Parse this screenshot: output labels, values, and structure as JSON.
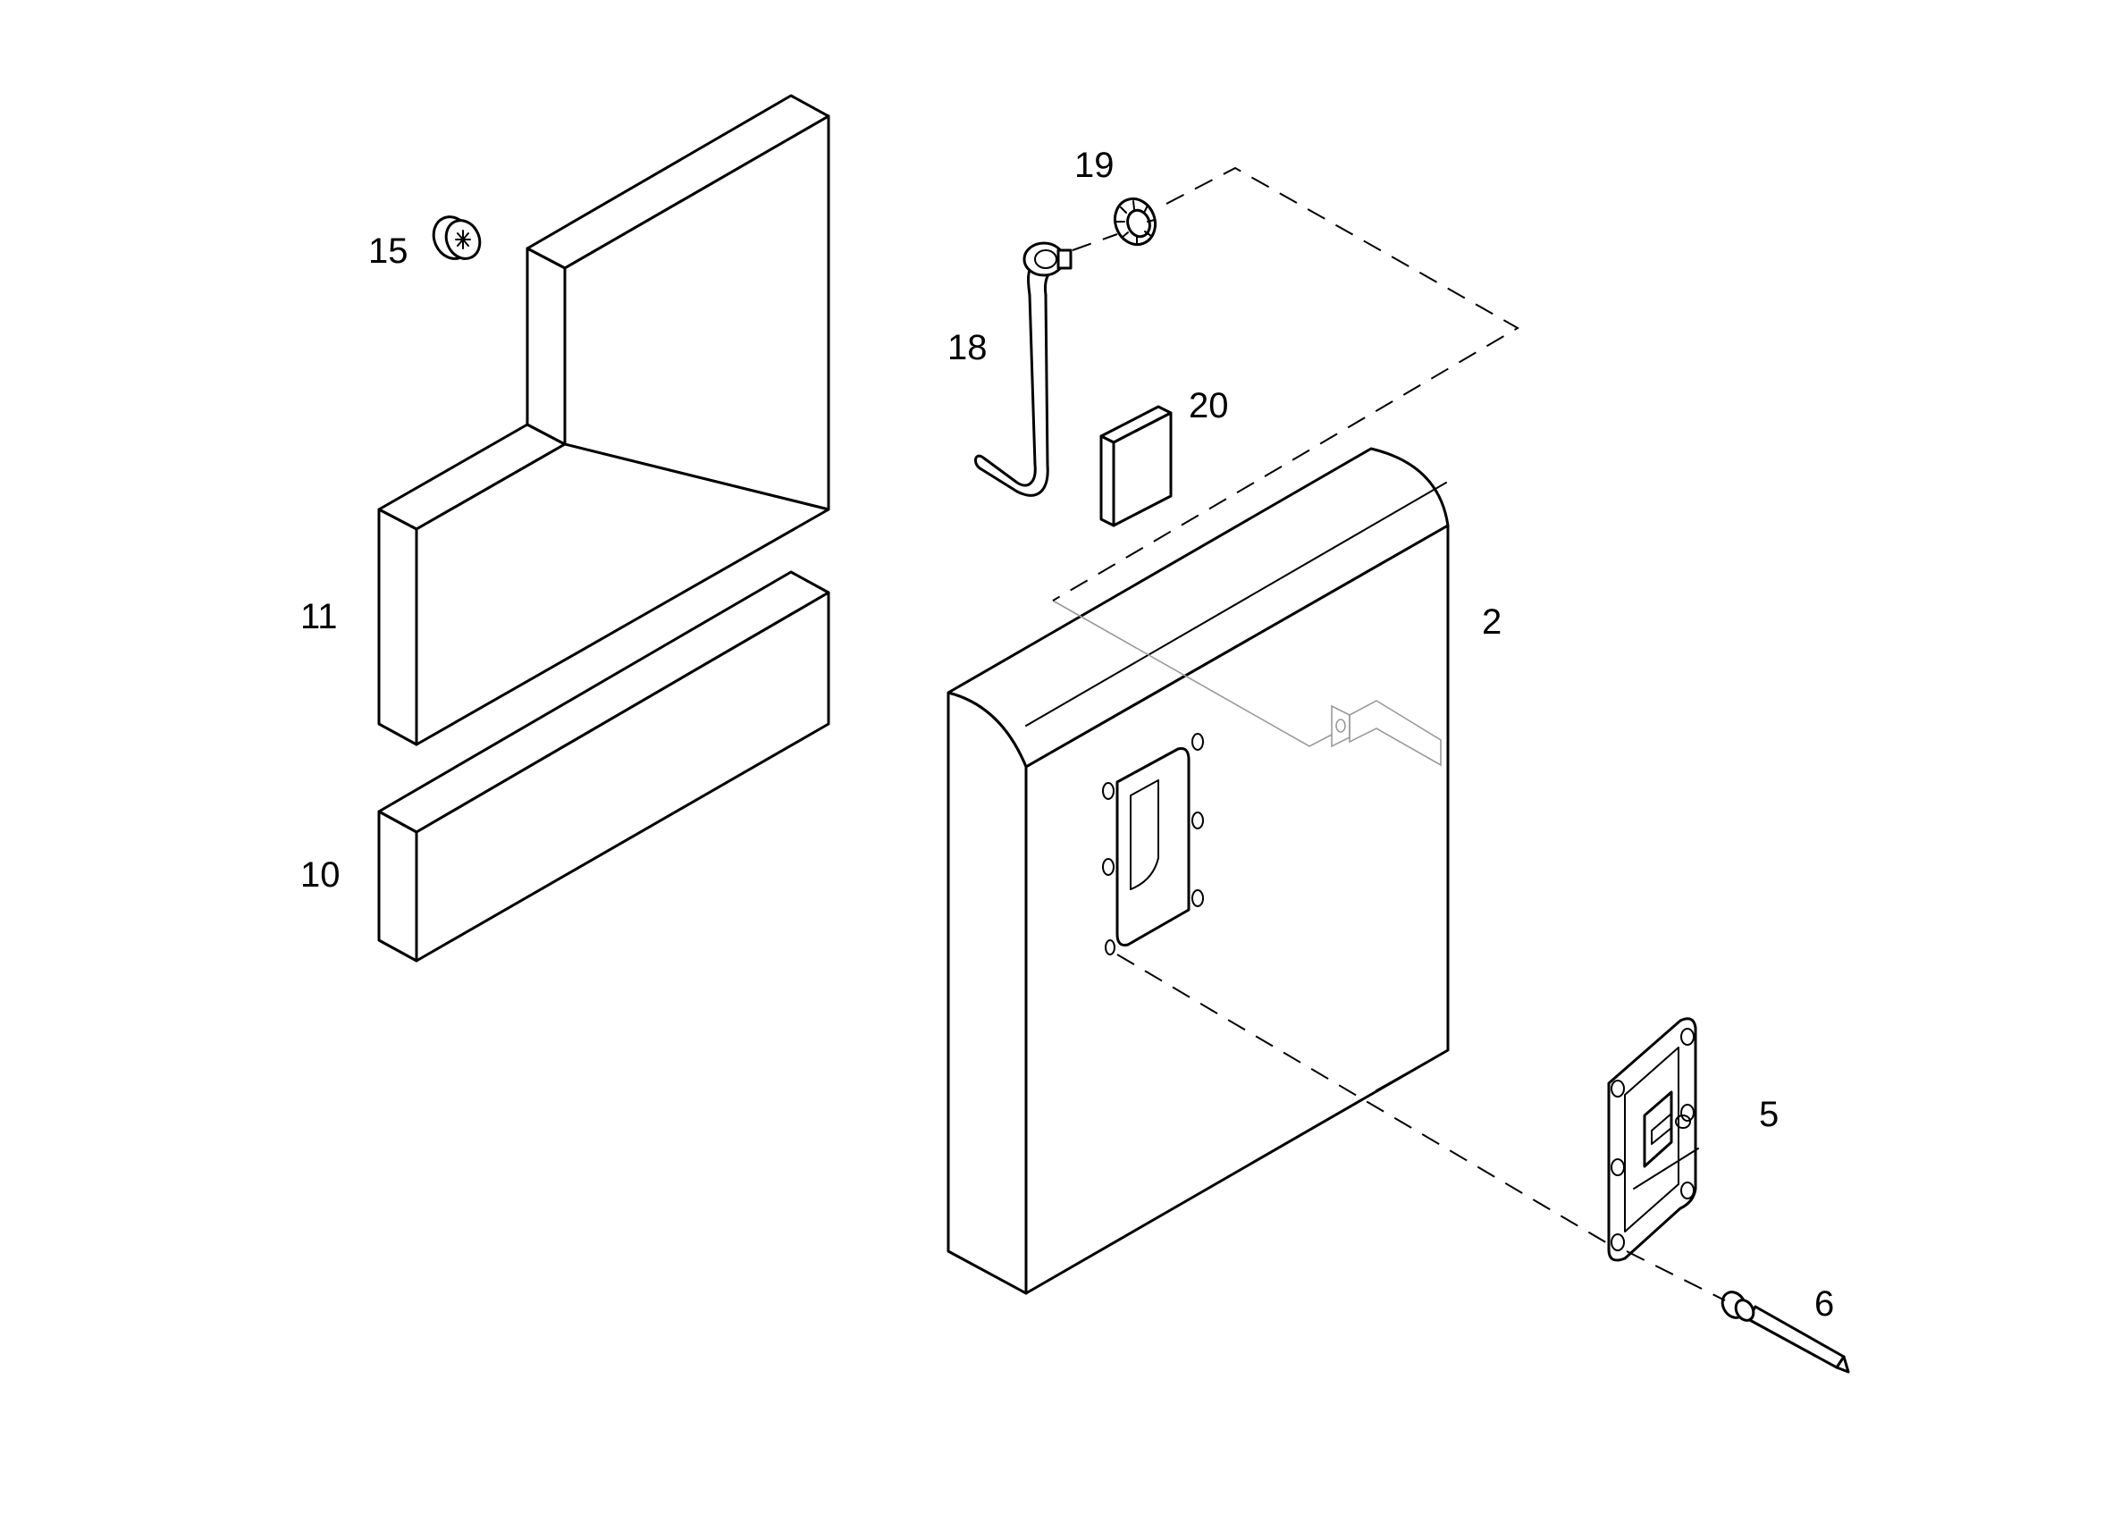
{
  "callouts": [
    {
      "id": "15",
      "text": "15"
    },
    {
      "id": "11",
      "text": "11"
    },
    {
      "id": "10",
      "text": "10"
    },
    {
      "id": "19",
      "text": "19"
    },
    {
      "id": "18",
      "text": "18"
    },
    {
      "id": "20",
      "text": "20"
    },
    {
      "id": "2",
      "text": "2"
    },
    {
      "id": "5",
      "text": "5"
    },
    {
      "id": "6",
      "text": "6"
    }
  ],
  "colors": {
    "line": "#000000",
    "background": "#ffffff",
    "ghost": "#9a9a9a"
  }
}
